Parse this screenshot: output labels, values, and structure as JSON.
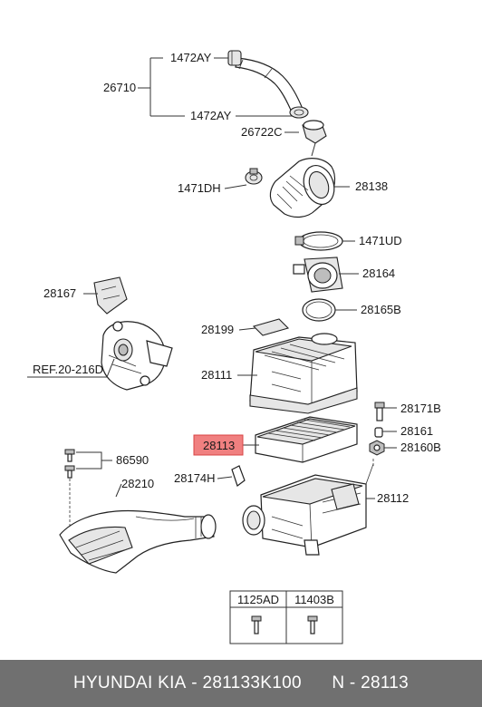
{
  "labels": {
    "l_1472ay_top": "1472AY",
    "l_26710": "26710",
    "l_1472ay_bottom": "1472AY",
    "l_26722c": "26722C",
    "l_1471dh": "1471DH",
    "l_28138": "28138",
    "l_1471ud": "1471UD",
    "l_28164": "28164",
    "l_28167": "28167",
    "l_28165b": "28165B",
    "l_ref": "REF.20-216D",
    "l_28199": "28199",
    "l_28111": "28111",
    "l_28171b": "28171B",
    "l_28161": "28161",
    "l_28113": "28113",
    "l_28160b": "28160B",
    "l_86590": "86590",
    "l_28210": "28210",
    "l_28174h": "28174H",
    "l_28112": "28112"
  },
  "fastener_table": {
    "col1": "1125AD",
    "col2": "11403B"
  },
  "footer": {
    "brand": "HYUNDAI KIA",
    "part_number": "281133K100",
    "number": "N - 28113"
  },
  "colors": {
    "highlight": "#f08080",
    "footer_bg": "#707070"
  }
}
